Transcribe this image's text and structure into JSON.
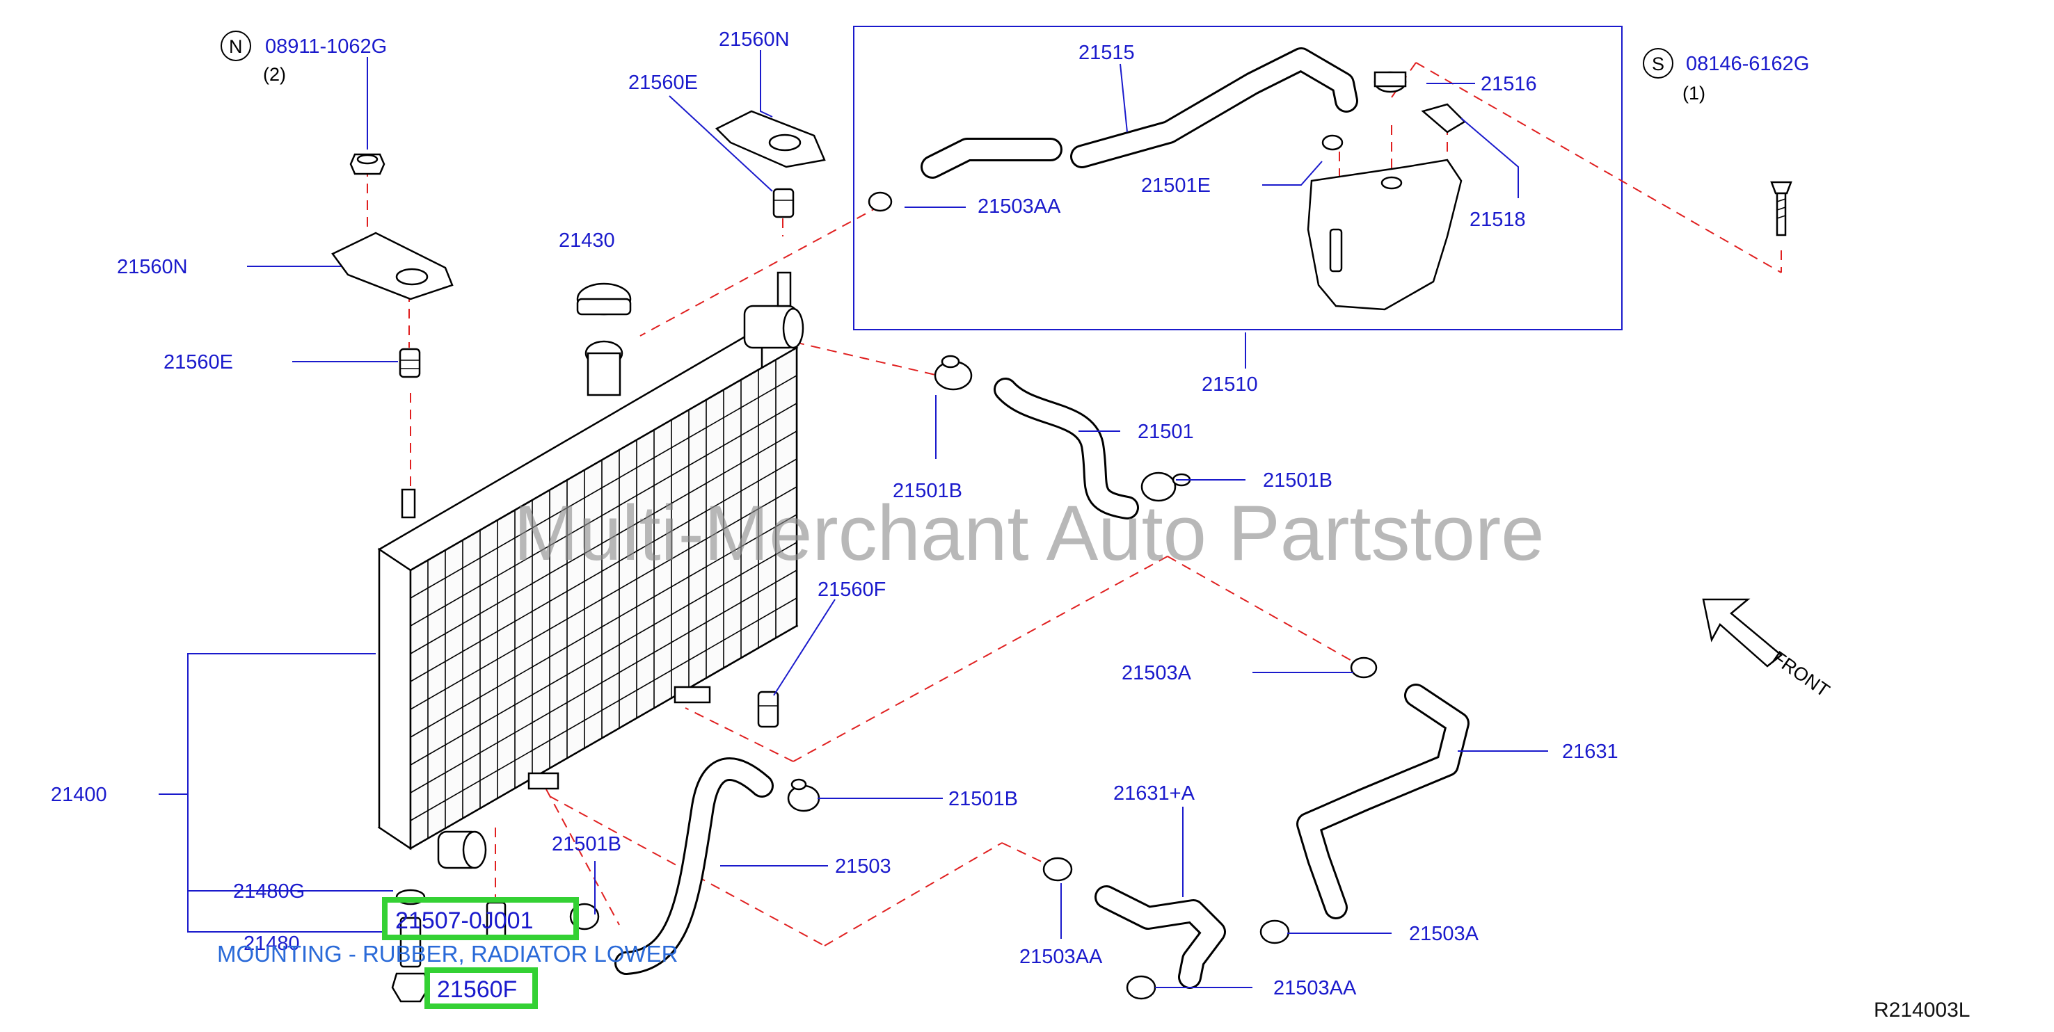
{
  "watermark": "Multi-Merchant Auto Partstore",
  "diagram_ref": "R214003L",
  "direction_label": "FRONT",
  "symbols": {
    "n": "N",
    "s": "S"
  },
  "parts": {
    "p08911": "08911-1062G",
    "p08911_qty": "(2)",
    "p08146": "08146-6162G",
    "p08146_qty": "(1)",
    "p21560N_top": "21560N",
    "p21560E_top": "21560E",
    "p21560N_left": "21560N",
    "p21560E_left": "21560E",
    "p21430": "21430",
    "p21515": "21515",
    "p21516": "21516",
    "p21501E": "21501E",
    "p21518": "21518",
    "p21503AA_top": "21503AA",
    "p21510": "21510",
    "p21501": "21501",
    "p21501B_a": "21501B",
    "p21501B_b": "21501B",
    "p21560F_right": "21560F",
    "p21503A_top": "21503A",
    "p21631": "21631",
    "p21400": "21400",
    "p21501B_c": "21501B",
    "p21501B_d": "21501B",
    "p21503": "21503",
    "p21631A": "21631+A",
    "p21480G": "21480G",
    "p21480": "21480",
    "p21503AA_mid": "21503AA",
    "p21503A_bot": "21503A",
    "p21503AA_bot": "21503AA"
  },
  "highlights": {
    "selected_part": "21507-0J001",
    "selected_desc": "MOUNTING - RUBBER, RADIATOR LOWER",
    "selected_part_b": "21560F"
  }
}
